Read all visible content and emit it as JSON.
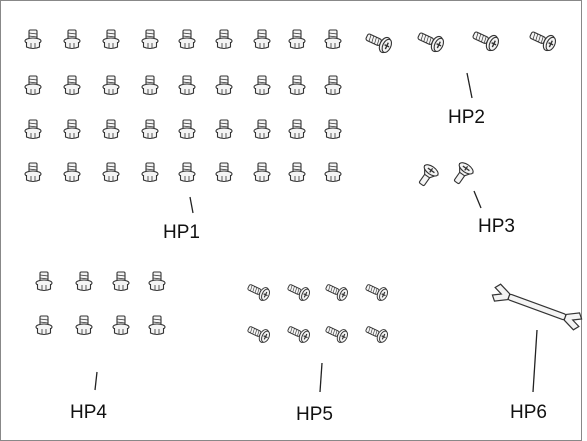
{
  "groups": [
    {
      "id": "hp1",
      "label": "HP1",
      "kind": "hex-flange-screw",
      "count": 36,
      "rows": 4,
      "cols": 9
    },
    {
      "id": "hp2",
      "label": "HP2",
      "kind": "pan-head-phillips-screw",
      "count": 4,
      "rows": 1,
      "cols": 4
    },
    {
      "id": "hp3",
      "label": "HP3",
      "kind": "countersunk-phillips-screw",
      "count": 2,
      "rows": 1,
      "cols": 2
    },
    {
      "id": "hp4",
      "label": "HP4",
      "kind": "hex-flange-screw",
      "count": 8,
      "rows": 2,
      "cols": 4
    },
    {
      "id": "hp5",
      "label": "HP5",
      "kind": "pan-head-phillips-screw",
      "count": 8,
      "rows": 2,
      "cols": 4
    },
    {
      "id": "hp6",
      "label": "HP6",
      "kind": "open-end-wrench",
      "count": 1,
      "rows": 1,
      "cols": 1
    }
  ],
  "colors": {
    "border": "#888888",
    "ink": "#333333",
    "fill": "#f4f4f4",
    "background": "#ffffff"
  }
}
